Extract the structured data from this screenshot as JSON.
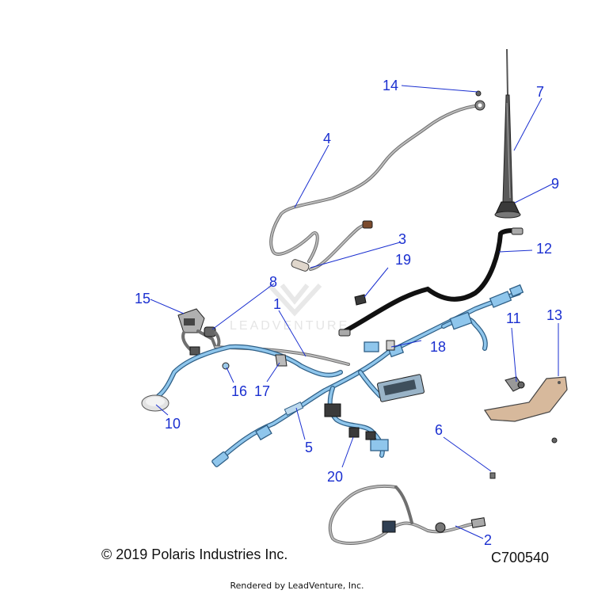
{
  "watermark": "LEADVENTURE",
  "footer": {
    "copyright": "© 2019 Polaris Industries Inc.",
    "diagram_code": "C700540",
    "rendered_by": "Rendered by LeadVenture, Inc."
  },
  "callouts": {
    "c1": "1",
    "c2": "2",
    "c3": "3",
    "c4": "4",
    "c5": "5",
    "c6": "6",
    "c7": "7",
    "c8": "8",
    "c9": "9",
    "c10": "10",
    "c11": "11",
    "c12": "12",
    "c13": "13",
    "c14": "14",
    "c15": "15",
    "c16": "16",
    "c17": "17",
    "c18": "18",
    "c19": "19",
    "c20": "20"
  },
  "colors": {
    "callout": "#1a2fd0",
    "harness": "#8fc6ec",
    "bracket": "#d7b99c"
  }
}
